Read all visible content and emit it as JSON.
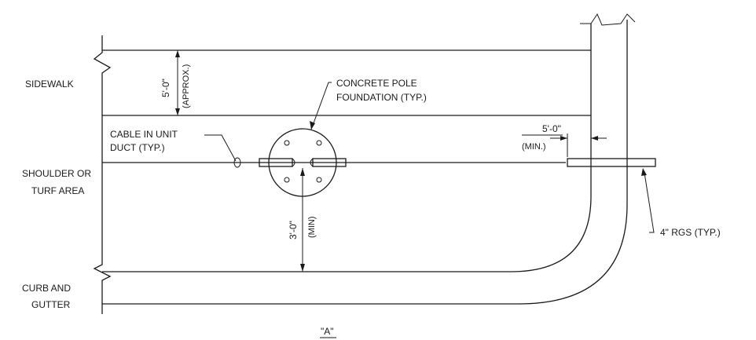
{
  "labels": {
    "sidewalk": "SIDEWALK",
    "shoulder_line1": "SHOULDER OR",
    "shoulder_line2": "TURF AREA",
    "curb_line1": "CURB AND",
    "curb_line2": "GUTTER",
    "dim_sidewalk_value": "5'-0\"",
    "dim_sidewalk_note": "(APPROX.)",
    "foundation_line1": "CONCRETE POLE",
    "foundation_line2": "FOUNDATION (TYP.)",
    "cable_line1": "CABLE IN UNIT",
    "cable_line2": "DUCT (TYP.)",
    "dim_min_value": "5'-0\"",
    "dim_min_note": "(MIN.)",
    "dim_depth_value": "3'-0\"",
    "dim_depth_note": "(MIN)",
    "rgs_label": "4\" RGS (TYP.)",
    "detail_label": "\"A\""
  }
}
